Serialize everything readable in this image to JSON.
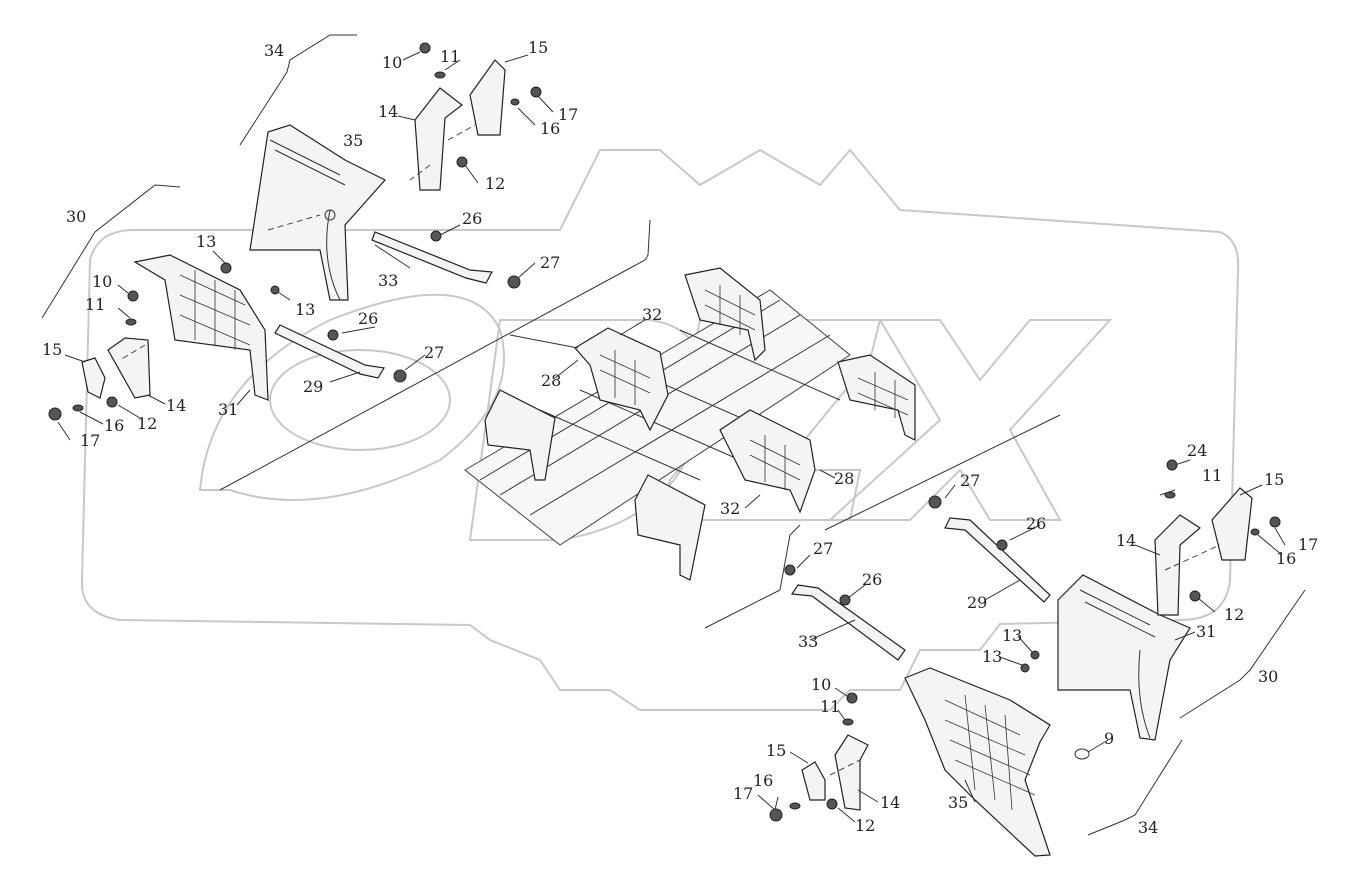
{
  "callouts": [
    {
      "text": "34"
    },
    {
      "text": "10"
    },
    {
      "text": "11"
    },
    {
      "text": "15"
    },
    {
      "text": "14"
    },
    {
      "text": "17"
    },
    {
      "text": "16"
    },
    {
      "text": "35"
    },
    {
      "text": "12"
    },
    {
      "text": "30"
    },
    {
      "text": "26"
    },
    {
      "text": "13"
    },
    {
      "text": "27"
    },
    {
      "text": "33"
    },
    {
      "text": "10"
    },
    {
      "text": "13"
    },
    {
      "text": "11"
    },
    {
      "text": "26"
    },
    {
      "text": "15"
    },
    {
      "text": "27"
    },
    {
      "text": "29"
    },
    {
      "text": "14"
    },
    {
      "text": "31"
    },
    {
      "text": "12"
    },
    {
      "text": "16"
    },
    {
      "text": "17"
    },
    {
      "text": "32"
    },
    {
      "text": "28"
    },
    {
      "text": "28"
    },
    {
      "text": "32"
    },
    {
      "text": "24"
    },
    {
      "text": "11"
    },
    {
      "text": "15"
    },
    {
      "text": "27"
    },
    {
      "text": "26"
    },
    {
      "text": "14"
    },
    {
      "text": "17"
    },
    {
      "text": "16"
    },
    {
      "text": "27"
    },
    {
      "text": "26"
    },
    {
      "text": "29"
    },
    {
      "text": "12"
    },
    {
      "text": "31"
    },
    {
      "text": "33"
    },
    {
      "text": "13"
    },
    {
      "text": "13"
    },
    {
      "text": "30"
    },
    {
      "text": "10"
    },
    {
      "text": "11"
    },
    {
      "text": "9"
    },
    {
      "text": "15"
    },
    {
      "text": "17"
    },
    {
      "text": "16"
    },
    {
      "text": "14"
    },
    {
      "text": "12"
    },
    {
      "text": "35"
    },
    {
      "text": "34"
    }
  ]
}
